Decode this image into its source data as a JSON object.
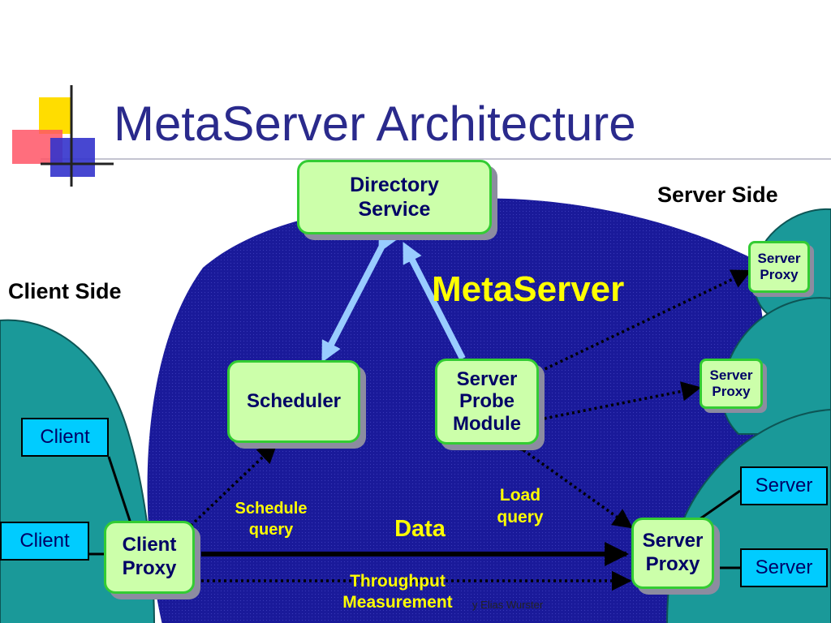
{
  "title": "MetaServer Architecture",
  "labels": {
    "server_side": "Server Side",
    "client_side": "Client Side",
    "metaserver": "MetaServer"
  },
  "nodes": {
    "directory_service": {
      "line1": "Directory",
      "line2": "Service"
    },
    "scheduler": "Scheduler",
    "server_probe_module": {
      "line1": "Server",
      "line2": "Probe",
      "line3": "Module"
    },
    "client_proxy": {
      "line1": "Client",
      "line2": "Proxy"
    },
    "server_proxy_main": {
      "line1": "Server",
      "line2": "Proxy"
    },
    "server_proxy_top": {
      "line1": "Server",
      "line2": "Proxy"
    },
    "server_proxy_mid": {
      "line1": "Server",
      "line2": "Proxy"
    },
    "client_1": "Client",
    "client_2": "Client",
    "server_1": "Server",
    "server_2": "Server"
  },
  "edges": {
    "schedule_query": {
      "line1": "Schedule",
      "line2": "query"
    },
    "load_query": {
      "line1": "Load",
      "line2": "query"
    },
    "data": "Data",
    "throughput": {
      "line1": "Throughput",
      "line2": "Measurement"
    }
  },
  "footer": "y Elias Wurster",
  "colors": {
    "metaserver_blob": "#1a1a9a",
    "side_hills": "#1a9999",
    "box_fill": "#ccffaa",
    "box_border": "#33cc33",
    "client_box": "#00ccff",
    "arrow_light": "#99ccff",
    "highlight_text": "#ffff00"
  }
}
